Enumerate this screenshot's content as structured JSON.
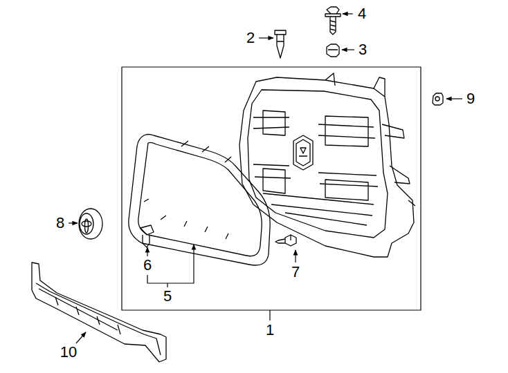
{
  "diagram": {
    "labels": [
      "4",
      "2",
      "3",
      "9",
      "8",
      "6",
      "7",
      "5",
      "1",
      "10"
    ]
  }
}
